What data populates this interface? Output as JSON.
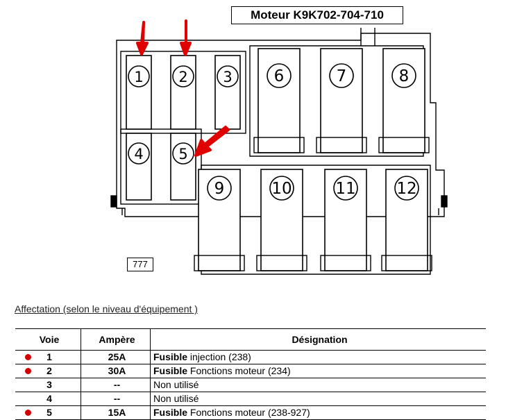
{
  "title": "Moteur K9K702-704-710",
  "ref_number": "777",
  "fuses": [
    {
      "label": "1"
    },
    {
      "label": "2"
    },
    {
      "label": "3"
    },
    {
      "label": "4"
    },
    {
      "label": "5"
    },
    {
      "label": "6"
    },
    {
      "label": "7"
    },
    {
      "label": "8"
    },
    {
      "label": "9"
    },
    {
      "label": "10"
    },
    {
      "label": "11"
    },
    {
      "label": "12"
    }
  ],
  "highlighted_fuses": [
    "1",
    "2",
    "5"
  ],
  "colors": {
    "arrow": "#e00000",
    "dot": "#d40000"
  },
  "table": {
    "heading": "Affectation (selon le niveau d'équipement )",
    "headers": {
      "voie": "Voie",
      "ampere": "Ampère",
      "designation": "Désignation"
    },
    "rows": [
      {
        "voie": "1",
        "ampere": "25A",
        "bold": "Fusible",
        "text": " injection (238)"
      },
      {
        "voie": "2",
        "ampere": "30A",
        "bold": "Fusible",
        "text": " Fonctions moteur (234)"
      },
      {
        "voie": "3",
        "ampere": "--",
        "bold": "",
        "text": "Non utilisé"
      },
      {
        "voie": "4",
        "ampere": "--",
        "bold": "",
        "text": "Non utilisé"
      },
      {
        "voie": "5",
        "ampere": "15A",
        "bold": "Fusible",
        "text": " Fonctions moteur (238-927)"
      }
    ]
  }
}
